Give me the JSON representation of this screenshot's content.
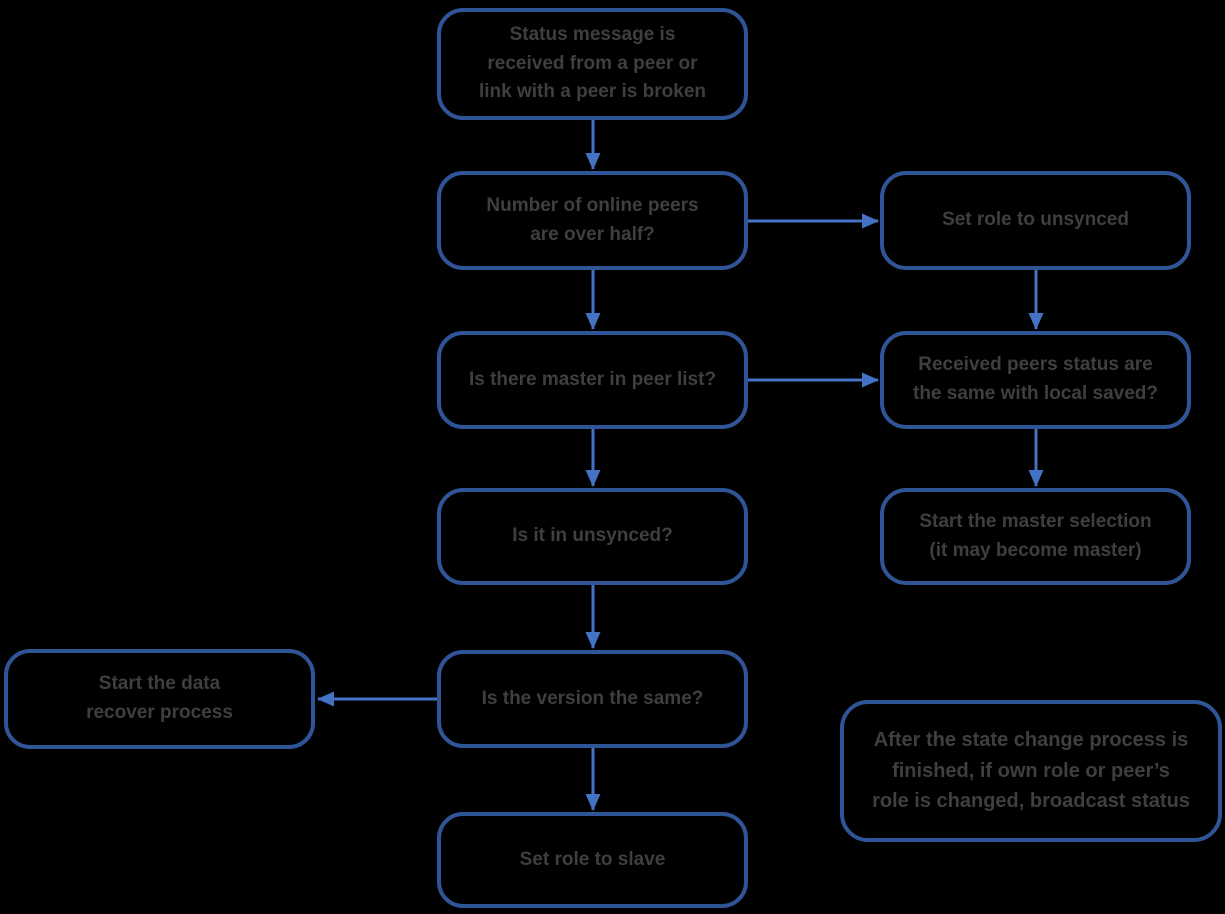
{
  "diagram": {
    "title": "Peer status / role-selection flowchart",
    "colors": {
      "background": "#000000",
      "node_border": "#2f5597",
      "arrow": "#4472c4",
      "text": "#3f3f3f"
    },
    "nodes": {
      "status_received": {
        "label": "Status message is\nreceived from a peer or\nlink with a peer is broken"
      },
      "peers_over_half": {
        "label": "Number of online peers\nare over half?"
      },
      "set_role_unsynced": {
        "label": "Set role to unsynced"
      },
      "master_in_peer_list": {
        "label": "Is there master in peer list?"
      },
      "received_status_same": {
        "label": "Received peers status are\nthe same with local saved?"
      },
      "is_in_unsynced": {
        "label": "Is it in unsynced?"
      },
      "start_master_selection": {
        "label": "Start the master selection\n(it may become master)"
      },
      "is_version_same": {
        "label": "Is the version the same?"
      },
      "start_data_recover": {
        "label": "Start the data\nrecover process"
      },
      "set_role_slave": {
        "label": "Set role to slave"
      },
      "broadcast_note": {
        "label": "After the state change process is\nfinished, if own role or peer’s\nrole is changed, broadcast status"
      }
    },
    "edges": [
      {
        "from": "status_received",
        "to": "peers_over_half"
      },
      {
        "from": "peers_over_half",
        "to": "set_role_unsynced"
      },
      {
        "from": "peers_over_half",
        "to": "master_in_peer_list"
      },
      {
        "from": "set_role_unsynced",
        "to": "received_status_same"
      },
      {
        "from": "master_in_peer_list",
        "to": "received_status_same"
      },
      {
        "from": "master_in_peer_list",
        "to": "is_in_unsynced"
      },
      {
        "from": "received_status_same",
        "to": "start_master_selection"
      },
      {
        "from": "is_in_unsynced",
        "to": "is_version_same"
      },
      {
        "from": "is_version_same",
        "to": "start_data_recover"
      },
      {
        "from": "is_version_same",
        "to": "set_role_slave"
      }
    ]
  }
}
